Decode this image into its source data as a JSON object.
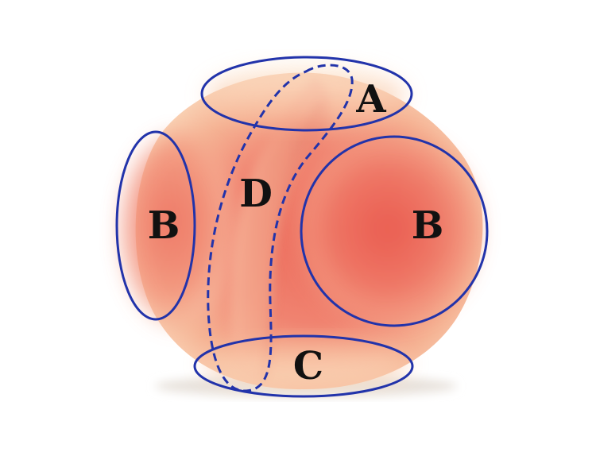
{
  "labels": {
    "top": "A",
    "left_side": "B",
    "right_side": "B",
    "bottom": "C",
    "seam": "D"
  },
  "colors": {
    "outline": "#2233aa",
    "peach_light": "#fde3c2",
    "peach_mid": "#f6a98e",
    "peach_red": "#ea5a4e",
    "background": "#ffffff"
  }
}
